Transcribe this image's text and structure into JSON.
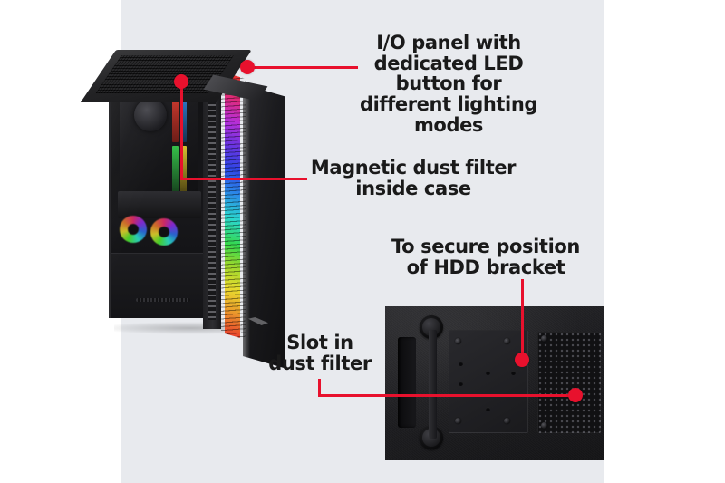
{
  "page": {
    "type": "product-feature-infographic",
    "subject": "RGB mid-tower PC case",
    "background_color": "#ffffff",
    "panel_color": "#e8eaee",
    "accent_color": "#e8112d",
    "text_color": "#1a1a1a"
  },
  "callouts": [
    {
      "id": "io-panel",
      "text": "I/O panel with\ndedicated LED\nbutton for\ndifferent lighting\nmodes",
      "target": "top-of-case-io-panel"
    },
    {
      "id": "magnetic-dust-filter",
      "text": "Magnetic dust filter\ninside case",
      "target": "case-interior-front"
    },
    {
      "id": "hdd-bracket",
      "text": "To secure position\nof HDD bracket",
      "target": "bottom-panel-bracket-screw"
    },
    {
      "id": "slot-in-dust-filter",
      "text": "Slot in\ndust filter",
      "target": "bottom-panel-mesh-filter"
    }
  ],
  "photos": [
    {
      "id": "case-angled-view",
      "description": "Angled front-left view of black mid-tower case with tempered glass side panel and vertical RGB light bar"
    },
    {
      "id": "case-bottom-panel",
      "description": "Close-up of the case bottom panel showing rubber feet, HDD bracket mounting plate and perforated dust filter"
    }
  ]
}
